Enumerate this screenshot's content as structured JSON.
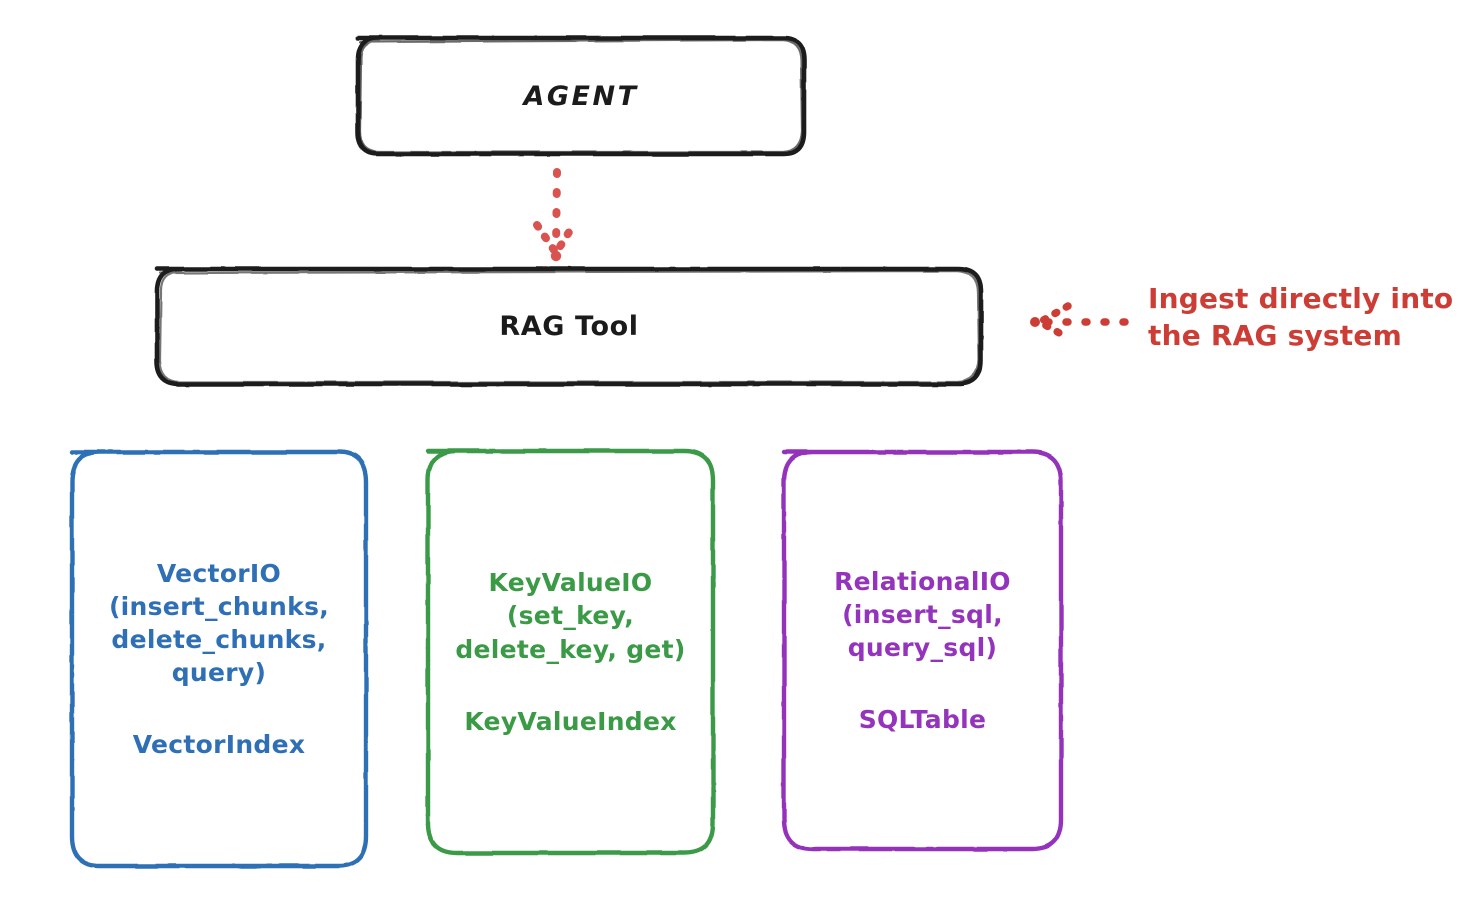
{
  "diagram": {
    "title": "RAG Tool architecture sketch",
    "background": "#ffffff"
  },
  "nodes": {
    "agent": {
      "label": "AGENT",
      "stroke": "#1b1b1b",
      "shape": "rounded-rectangle"
    },
    "rag_tool": {
      "label": "RAG Tool",
      "stroke": "#1b1b1b",
      "shape": "rounded-rectangle"
    },
    "vector": {
      "api": "VectorIO\n(insert_chunks,\ndelete_chunks,\nquery)",
      "index": "VectorIndex",
      "stroke": "#2f6fb6",
      "shape": "rounded-rectangle"
    },
    "keyvalue": {
      "api": "KeyValueIO\n(set_key,\ndelete_key, get)",
      "index": "KeyValueIndex",
      "stroke": "#3a9a46",
      "shape": "rounded-rectangle"
    },
    "relational": {
      "api": "RelationalIO\n(insert_sql,\nquery_sql)",
      "index": "SQLTable",
      "stroke": "#9433bc",
      "shape": "rounded-rectangle"
    }
  },
  "connectors": {
    "agent_to_rag": {
      "name": "dotted-down-arrow",
      "style": "dotted",
      "color": "#d9534f",
      "direction": "down",
      "from": "agent",
      "to": "rag_tool"
    },
    "ingest_arrow": {
      "name": "dotted-left-arrow",
      "style": "dotted",
      "color": "#cc3d36",
      "direction": "left",
      "to": "rag_tool"
    }
  },
  "annotations": {
    "ingest": {
      "text": "Ingest directly into\nthe RAG system",
      "color": "#cc3d36"
    }
  }
}
